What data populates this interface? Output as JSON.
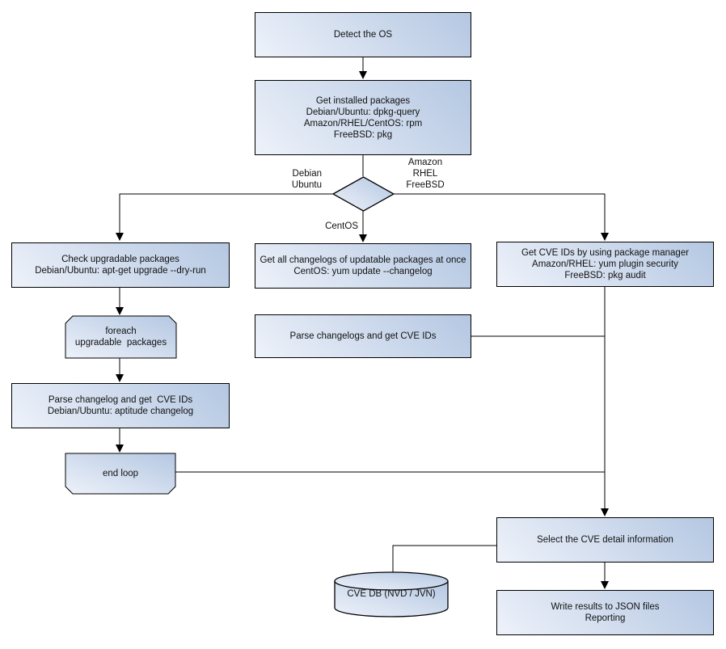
{
  "diagram_type": "flowchart",
  "colors": {
    "node_fill_light": "#eef2fa",
    "node_fill_dark": "#b4c7e2",
    "node_border": "#000000",
    "connector": "#000000",
    "text": "#111111",
    "background": "#ffffff"
  },
  "nodes": {
    "detect_os": "Detect the OS",
    "get_installed_packages": "Get installed packages\nDebian/Ubuntu: dpkg-query\nAmazon/RHEL/CentOS: rpm\nFreeBSD: pkg",
    "check_upgradable": "Check upgradable packages\nDebian/Ubuntu: apt-get upgrade --dry-run",
    "foreach_loop": "foreach\nupgradable  packages",
    "parse_changelog_deb": "Parse changelog and get  CVE IDs\nDebian/Ubuntu: aptitude changelog",
    "end_loop": "end loop",
    "get_changelogs_centos": "Get all changelogs of updatable packages at once\nCentOS: yum update --changelog",
    "parse_changelogs_centos": "Parse changelogs and get CVE IDs",
    "get_cve_ids_pkg_manager": "Get CVE IDs by using package manager\nAmazon/RHEL: yum plugin security\nFreeBSD: pkg audit",
    "select_cve_detail": "Select the CVE detail information",
    "write_results": "Write results to JSON files\nReporting",
    "cve_db": "CVE DB (NVD / JVN)"
  },
  "branch_labels": {
    "left": "Debian\nUbuntu",
    "right": "Amazon\nRHEL\nFreeBSD",
    "down": "CentOS"
  }
}
